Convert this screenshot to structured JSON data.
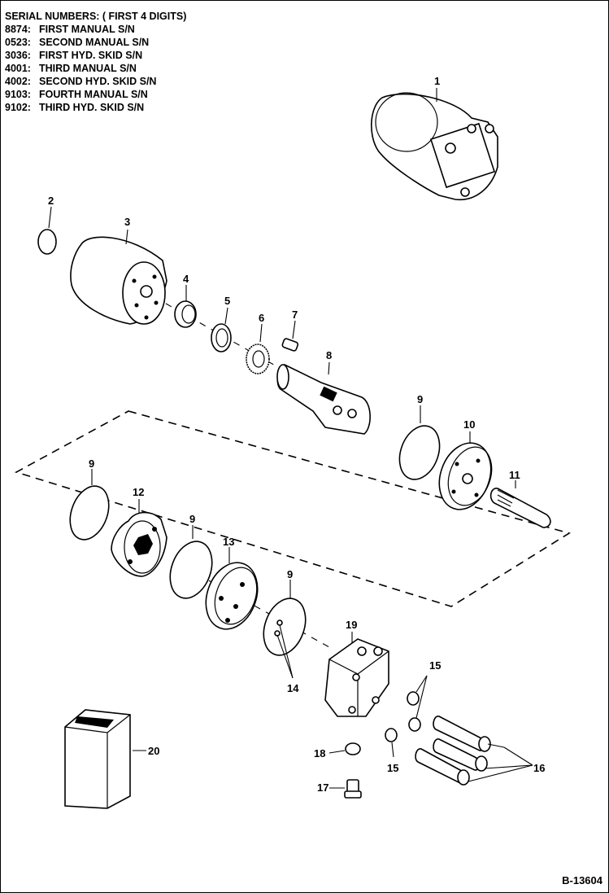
{
  "serials": {
    "title": "SERIAL NUMBERS: ( FIRST 4 DIGITS)",
    "rows": [
      {
        "code": "8874:",
        "desc": "FIRST MANUAL S/N"
      },
      {
        "code": "0523:",
        "desc": "SECOND MANUAL S/N"
      },
      {
        "code": "3036:",
        "desc": "FIRST HYD. SKID S/N"
      },
      {
        "code": "4001:",
        "desc": "THIRD MANUAL S/N"
      },
      {
        "code": "4002:",
        "desc": "SECOND HYD. SKID S/N"
      },
      {
        "code": "9103:",
        "desc": "FOURTH MANUAL S/N"
      },
      {
        "code": "9102:",
        "desc": "THIRD HYD. SKID S/N"
      }
    ]
  },
  "callouts": {
    "c1": "1",
    "c2": "2",
    "c3": "3",
    "c4": "4",
    "c5": "5",
    "c6": "6",
    "c7": "7",
    "c8": "8",
    "c9a": "9",
    "c9b": "9",
    "c9c": "9",
    "c9d": "9",
    "c10": "10",
    "c11": "11",
    "c12": "12",
    "c13": "13",
    "c14": "14",
    "c15a": "15",
    "c15b": "15",
    "c16": "16",
    "c17": "17",
    "c18": "18",
    "c19": "19",
    "c20": "20"
  },
  "figure_ref": "B-13604"
}
